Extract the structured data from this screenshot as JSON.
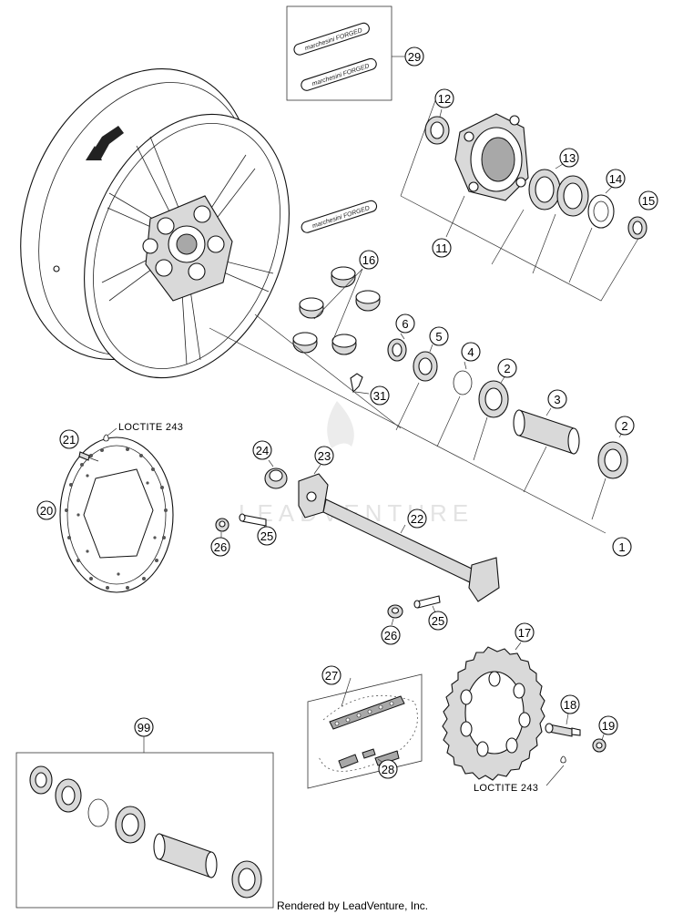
{
  "callouts": [
    {
      "id": "c1",
      "label": "1"
    },
    {
      "id": "c2a",
      "label": "2"
    },
    {
      "id": "c2b",
      "label": "2"
    },
    {
      "id": "c3",
      "label": "3"
    },
    {
      "id": "c4",
      "label": "4"
    },
    {
      "id": "c5",
      "label": "5"
    },
    {
      "id": "c6",
      "label": "6"
    },
    {
      "id": "c11",
      "label": "11"
    },
    {
      "id": "c12",
      "label": "12"
    },
    {
      "id": "c13",
      "label": "13"
    },
    {
      "id": "c14",
      "label": "14"
    },
    {
      "id": "c15",
      "label": "15"
    },
    {
      "id": "c16",
      "label": "16"
    },
    {
      "id": "c17",
      "label": "17"
    },
    {
      "id": "c18",
      "label": "18"
    },
    {
      "id": "c19",
      "label": "19"
    },
    {
      "id": "c20",
      "label": "20"
    },
    {
      "id": "c21",
      "label": "21"
    },
    {
      "id": "c22",
      "label": "22"
    },
    {
      "id": "c23",
      "label": "23"
    },
    {
      "id": "c24",
      "label": "24"
    },
    {
      "id": "c25a",
      "label": "25"
    },
    {
      "id": "c25b",
      "label": "25"
    },
    {
      "id": "c26a",
      "label": "26"
    },
    {
      "id": "c26b",
      "label": "26"
    },
    {
      "id": "c27",
      "label": "27"
    },
    {
      "id": "c28",
      "label": "28"
    },
    {
      "id": "c29",
      "label": "29"
    },
    {
      "id": "c31",
      "label": "31"
    },
    {
      "id": "c99",
      "label": "99"
    }
  ],
  "notes": {
    "loctite_disc": "LOCTITE 243",
    "loctite_sprocket": "LOCTITE 243"
  },
  "decal_brand": "marchesini FORGED",
  "watermark": "LEADVENTURE",
  "footer": "Rendered by LeadVenture, Inc."
}
